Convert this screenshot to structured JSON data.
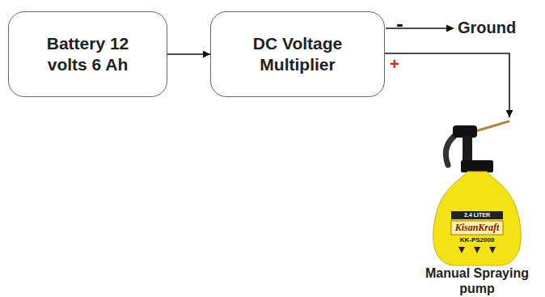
{
  "diagram": {
    "nodes": [
      {
        "text": [
          "Battery 12 volts 6 Ah"
        ]
      },
      {
        "text": [
          "DC Voltage Multiplier"
        ]
      },
      {
        "text": [
          "Manual Spraying pump"
        ]
      }
    ],
    "edges": [
      {
        "from": 0,
        "to": 1,
        "arrow": "to"
      },
      {
        "from": 1,
        "to": 2,
        "arrow": "to"
      }
    ],
    "labels": [
      "-",
      "+",
      "Ground",
      "2.4 LITER",
      "KisanKraft",
      "KK-PS2000"
    ]
  }
}
